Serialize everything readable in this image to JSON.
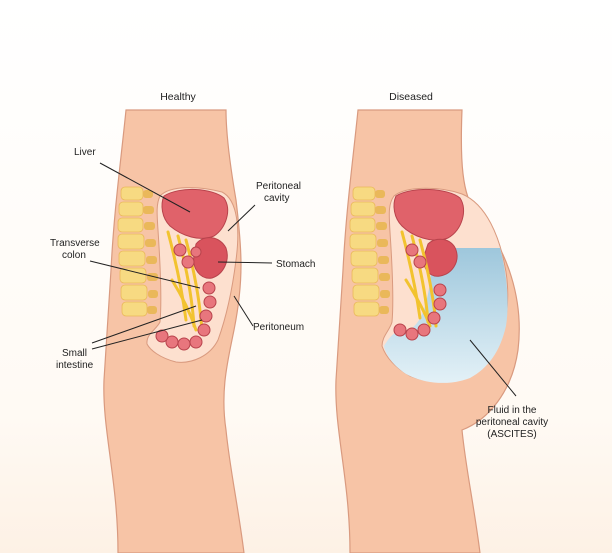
{
  "panels": {
    "healthy": {
      "title": "Healthy"
    },
    "diseased": {
      "title": "Diseased"
    }
  },
  "labels": {
    "liver": "Liver",
    "peritoneal_cavity": [
      "Peritoneal",
      "cavity"
    ],
    "transverse_colon": [
      "Transverse",
      "colon"
    ],
    "stomach": "Stomach",
    "peritoneum": "Peritoneum",
    "small_intestine": [
      "Small",
      "intestine"
    ],
    "ascites": [
      "Fluid in the",
      "peritoneal cavity",
      "(ASCITES)"
    ]
  },
  "colors": {
    "skin": "#f7c4a6",
    "skin_outline": "#d99a7f",
    "spine": "#f7da82",
    "spine_shadow": "#eab85a",
    "cavity": "#fde0cf",
    "liver": "#e0626a",
    "organ": "#d9535d",
    "fluid": "#bddbe8",
    "line": "#222222"
  }
}
